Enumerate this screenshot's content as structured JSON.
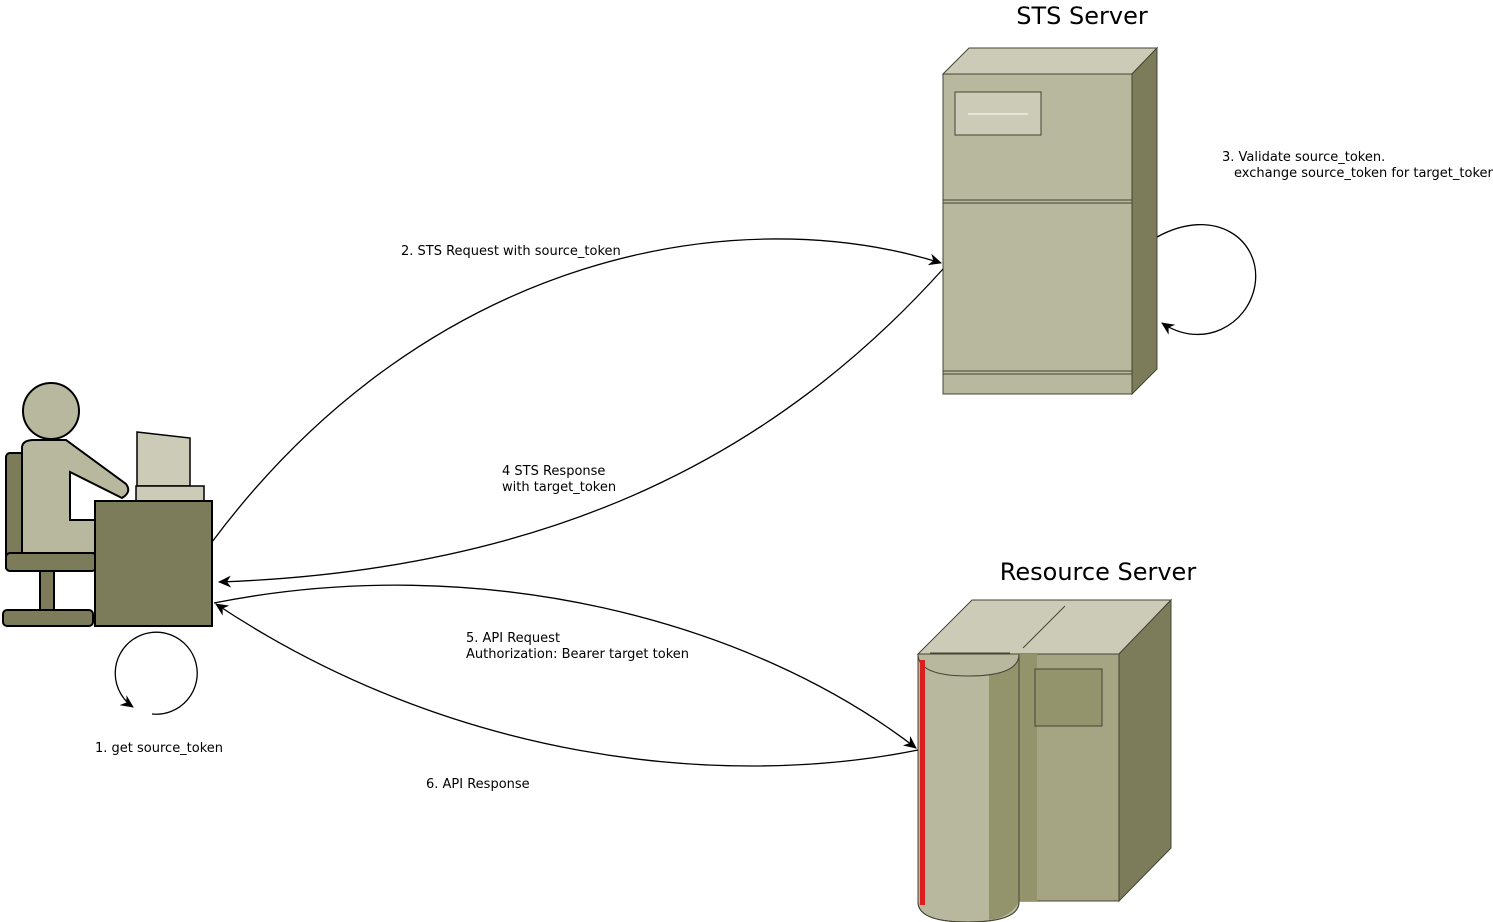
{
  "nodes": {
    "user": {
      "icon": "user-at-desk-icon"
    },
    "sts_server": {
      "title": "STS Server",
      "icon": "tower-server-icon"
    },
    "resource_server": {
      "title": "Resource Server",
      "icon": "mainframe-server-icon"
    }
  },
  "edges": {
    "step1": {
      "lines": [
        "1. get source_token"
      ]
    },
    "step2": {
      "lines": [
        "2. STS Request with source_token"
      ]
    },
    "step3": {
      "lines": [
        "3. Validate source_token.",
        "exchange source_token for target_token"
      ]
    },
    "step4": {
      "lines": [
        "4 STS Response",
        "with target_token"
      ]
    },
    "step5": {
      "lines": [
        "5. API Request",
        "Authorization: Bearer target token"
      ]
    },
    "step6": {
      "lines": [
        "6. API Response"
      ]
    }
  },
  "colors": {
    "light": "#cbcbb7",
    "mid": "#b8b89e",
    "dark": "#7c7c5b",
    "olive": "#94946c",
    "accent": "#dc1e1e"
  }
}
